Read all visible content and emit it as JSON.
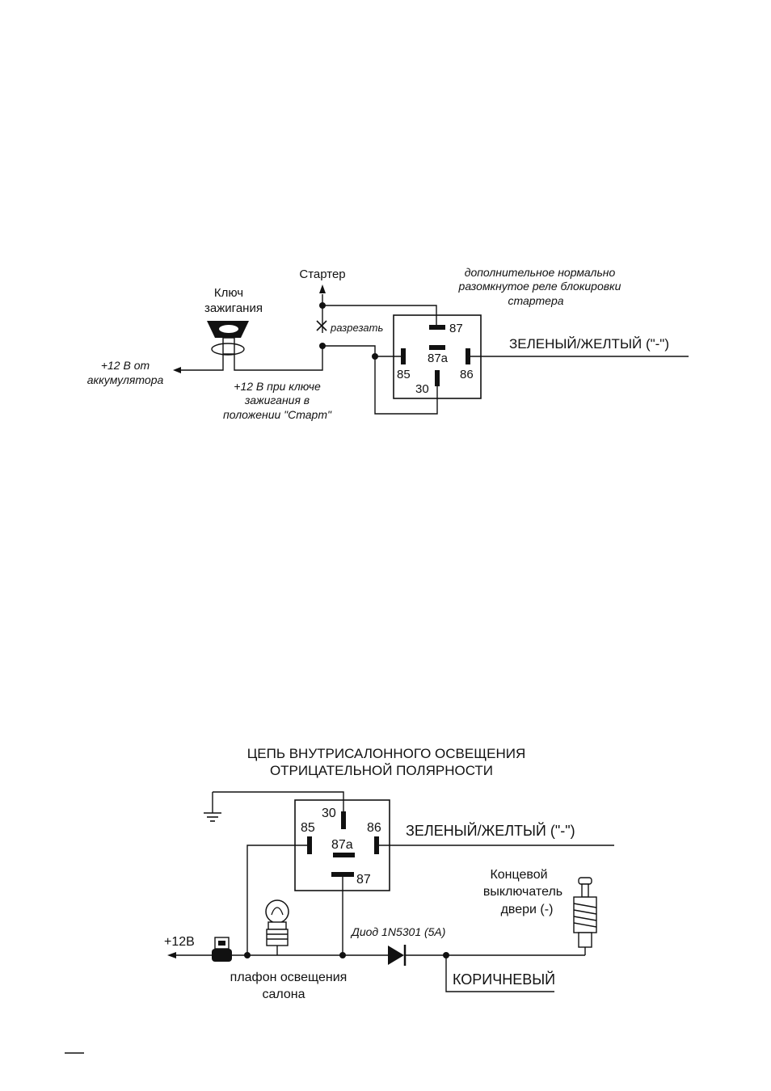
{
  "diagram1": {
    "ignition_key": [
      "Ключ",
      "зажигания"
    ],
    "starter": "Стартер",
    "relay_note": [
      "дополнительное нормально",
      "разомкнутое реле блокировки",
      "стартера"
    ],
    "cut": "разрезать",
    "pins": {
      "p87": "87",
      "p87a": "87a",
      "p85": "85",
      "p86": "86",
      "p30": "30"
    },
    "wire": "ЗЕЛЕНЫЙ/ЖЕЛТЫЙ (\"-\")",
    "battery": [
      "+12 В от",
      "аккумулятора"
    ],
    "start_note": [
      "+12 В при ключе",
      "зажигания в",
      "положении \"Старт\""
    ]
  },
  "diagram2": {
    "title": [
      "ЦЕПЬ ВНУТРИСАЛОННОГО ОСВЕЩЕНИЯ",
      "ОТРИЦАТЕЛЬНОЙ ПОЛЯРНОСТИ"
    ],
    "pins": {
      "p30": "30",
      "p85": "85",
      "p86": "86",
      "p87a": "87a",
      "p87": "87"
    },
    "wire": "ЗЕЛЕНЫЙ/ЖЕЛТЫЙ (\"-\")",
    "door_switch": [
      "Концевой",
      "выключатель",
      "двери (-)"
    ],
    "plus12": "+12В",
    "diode": "Диод 1N5301 (5А)",
    "lamp": [
      "плафон освещения",
      "салона"
    ],
    "brown": "КОРИЧНЕВЫЙ"
  }
}
